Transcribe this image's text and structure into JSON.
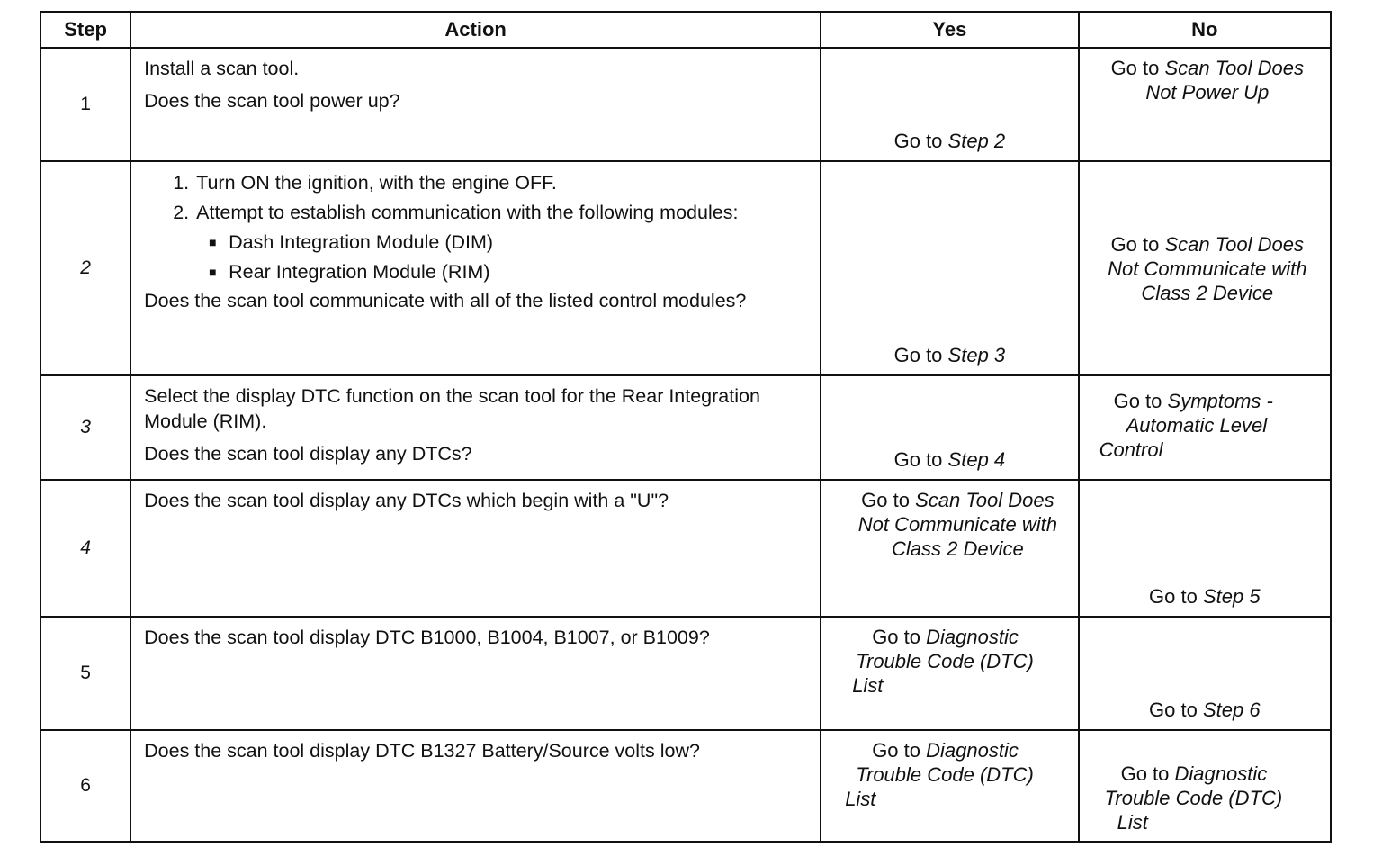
{
  "headers": {
    "step": "Step",
    "action": "Action",
    "yes": "Yes",
    "no": "No"
  },
  "rows": [
    {
      "step": "1",
      "action": [
        "Install a scan tool.",
        "Does the scan tool power up?"
      ],
      "yes_prefix": "Go to",
      "yes_ref": "Step 2",
      "no_prefix": "Go to",
      "no_ref_1": "Scan Tool Does",
      "no_ref_2": "Not Power Up"
    },
    {
      "step": "2",
      "steps": [
        "Turn ON the ignition, with the engine OFF.",
        "Attempt to establish communication with the following modules:"
      ],
      "modules": [
        "Dash Integration Module (DIM)",
        "Rear Integration Module (RIM)"
      ],
      "question": "Does the scan tool communicate with all of the listed control modules?",
      "yes_prefix": "Go to",
      "yes_ref": "Step 3",
      "no_prefix": "Go to",
      "no_ref_1": "Scan Tool Does",
      "no_ref_2": "Not Communicate with",
      "no_ref_3": "Class 2 Device"
    },
    {
      "step": "3",
      "action": [
        "Select the display DTC function on the scan tool for the Rear Integration Module (RIM).",
        "Does the scan tool display any DTCs?"
      ],
      "yes_prefix": "Go to",
      "yes_ref": "Step 4",
      "no_prefix": "Go to",
      "no_ref_1": "Symptoms -",
      "no_ref_2": "Automatic Level",
      "no_ref_3": "Control"
    },
    {
      "step": "4",
      "action": [
        "Does the scan tool display any DTCs which begin with a \"U\"?"
      ],
      "yes_prefix": "Go to",
      "yes_ref_1": "Scan Tool Does",
      "yes_ref_2": "Not Communicate with",
      "yes_ref_3": "Class 2 Device",
      "no_prefix": "Go to",
      "no_ref": "Step 5"
    },
    {
      "step": "5",
      "action": [
        "Does the scan tool display DTC B1000, B1004, B1007, or B1009?"
      ],
      "yes_prefix": "Go to",
      "yes_ref_1": "Diagnostic",
      "yes_ref_2": "Trouble Code (DTC)",
      "yes_ref_3": "List",
      "no_prefix": "Go to",
      "no_ref": "Step 6"
    },
    {
      "step": "6",
      "action": [
        "Does the scan tool display DTC B1327 Battery/Source volts low?"
      ],
      "yes_prefix": "Go to",
      "yes_ref_1": "Diagnostic",
      "yes_ref_2": "Trouble Code (DTC)",
      "yes_ref_3": "List",
      "no_prefix": "Go to",
      "no_ref_1": "Diagnostic",
      "no_ref_2": "Trouble Code (DTC)",
      "no_ref_3": "List"
    }
  ]
}
